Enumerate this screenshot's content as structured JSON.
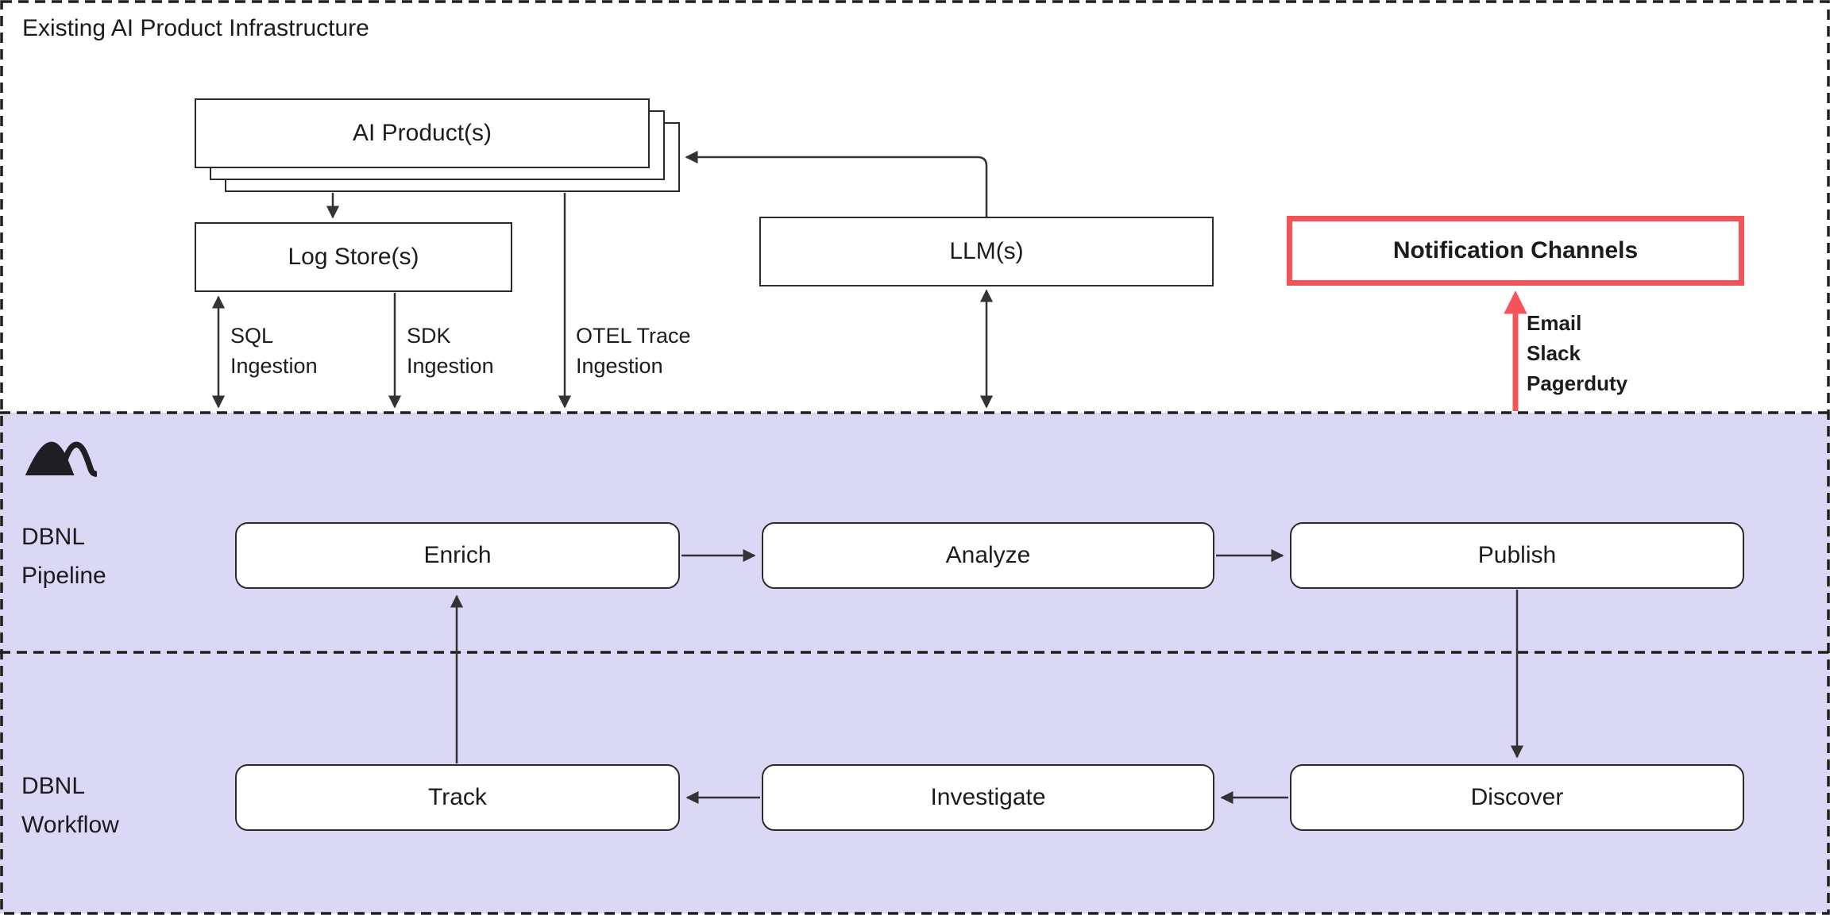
{
  "diagram": {
    "top_section": {
      "title": "Existing AI Product Infrastructure",
      "nodes": {
        "ai_products": "AI Product(s)",
        "log_stores": "Log Store(s)",
        "llms": "LLM(s)",
        "notification_channels": "Notification Channels"
      },
      "ingestion_labels": [
        {
          "line1": "SQL",
          "line2": "Ingestion"
        },
        {
          "line1": "SDK",
          "line2": "Ingestion"
        },
        {
          "line1": "OTEL Trace",
          "line2": "Ingestion"
        }
      ],
      "notification_channel_types": [
        "Email",
        "Slack",
        "Pagerduty"
      ]
    },
    "pipeline_section": {
      "label_line1": "DBNL",
      "label_line2": "Pipeline",
      "nodes": [
        "Enrich",
        "Analyze",
        "Publish"
      ]
    },
    "workflow_section": {
      "label_line1": "DBNL",
      "label_line2": "Workflow",
      "nodes": [
        "Track",
        "Investigate",
        "Discover"
      ]
    },
    "icons": {
      "logo": "mountain"
    },
    "colors": {
      "section_fill": "#DBD8F6",
      "accent_red": "#F4535A",
      "line": "#333333",
      "text": "#1C1C1E",
      "node_fill": "#FFFFFF"
    }
  }
}
